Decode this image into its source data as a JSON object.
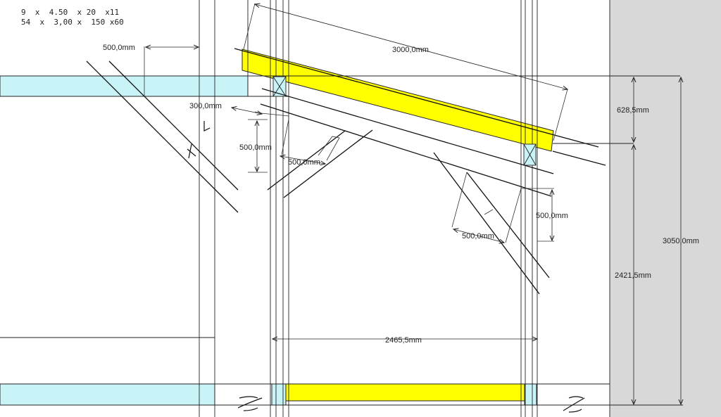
{
  "notes": {
    "line1": "9  x  4.50  x 20  x11",
    "line2": "54  x  3,00 x  150 x60"
  },
  "dimensions": {
    "rafter_length": "3000,0mm",
    "offset_left": "500,0mm",
    "offset_small": "300,0mm",
    "brace_left_vertical": "500,0mm",
    "brace_left_horizontal": "500,0mm",
    "brace_right_vertical": "500,0mm",
    "brace_right_horizontal": "500,0mm",
    "span_width": "2465,5mm",
    "height_upper": "628,5mm",
    "height_lower": "2421,5mm",
    "height_total": "3050,0mm"
  },
  "colors": {
    "yellow": "#ffff00",
    "light_cyan": "#c8f4f8",
    "grey_panel": "#d8d8d8",
    "line": "#1a1a1a"
  }
}
